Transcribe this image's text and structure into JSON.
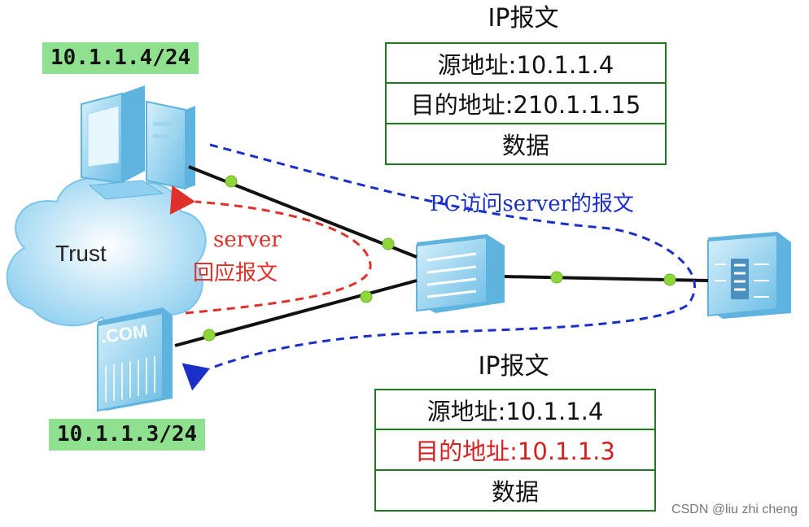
{
  "top_packet": {
    "title": "IP报文",
    "rows": [
      {
        "text": "源地址:10.1.1.4",
        "color": "#111111"
      },
      {
        "text": "目的地址:210.1.1.15",
        "color": "#111111"
      },
      {
        "text": "数据",
        "color": "#111111"
      }
    ]
  },
  "bottom_packet": {
    "title": "IP报文",
    "rows": [
      {
        "text": "源地址:10.1.1.4",
        "color": "#111111"
      },
      {
        "text": "目的地址:10.1.1.3",
        "color": "#d42020"
      },
      {
        "text": "数据",
        "color": "#111111"
      }
    ]
  },
  "pc_address": "10.1.1.4/24",
  "server_address": "10.1.1.3/24",
  "cloud_label": "Trust",
  "server_icon_text": ".COM",
  "flow_request_label": "PC访问server的报文",
  "flow_response_label": [
    "server",
    "回应报文"
  ],
  "watermark": "CSDN @liu zhi cheng",
  "colors": {
    "table_border": "#1d7a1d",
    "badge_bg": "#8fe08f",
    "request_flow": "#1a2fc8",
    "response_flow": "#e0302a",
    "node_dot": "#8ed63a",
    "device_blue": "#8fd0f0"
  }
}
